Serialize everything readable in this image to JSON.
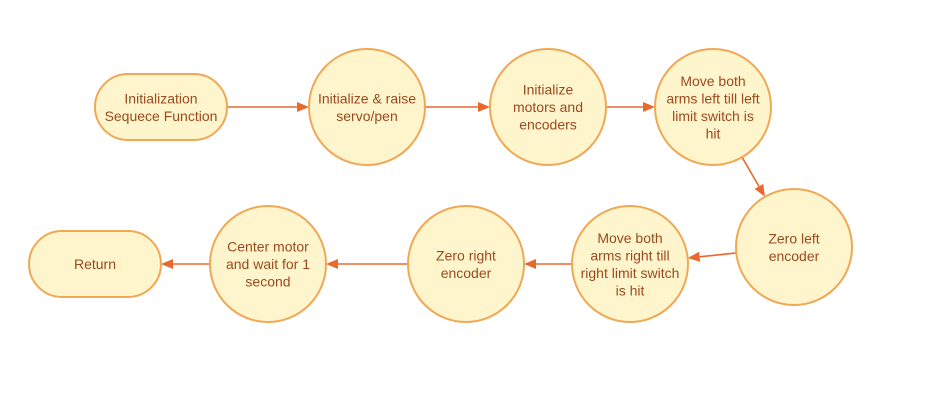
{
  "nodes": [
    {
      "id": "init_seq",
      "shape": "rounded-rect",
      "lines": [
        "Initialization",
        "Sequece Function"
      ]
    },
    {
      "id": "servo",
      "shape": "circle",
      "lines": [
        "Initialize & raise",
        "servo/pen"
      ]
    },
    {
      "id": "motors",
      "shape": "circle",
      "lines": [
        "Initialize",
        "motors and",
        "encoders"
      ]
    },
    {
      "id": "move_left",
      "shape": "circle",
      "lines": [
        "Move both",
        "arms left till left",
        "limit switch is",
        "hit"
      ]
    },
    {
      "id": "zero_left",
      "shape": "circle",
      "lines": [
        "Zero left",
        "encoder"
      ]
    },
    {
      "id": "move_right",
      "shape": "circle",
      "lines": [
        "Move both",
        "arms right till",
        "right limit switch",
        "is hit"
      ]
    },
    {
      "id": "zero_right",
      "shape": "circle",
      "lines": [
        "Zero right",
        "encoder"
      ]
    },
    {
      "id": "center",
      "shape": "circle",
      "lines": [
        "Center motor",
        "and wait for 1",
        "second"
      ]
    },
    {
      "id": "return",
      "shape": "rounded-rect",
      "lines": [
        "Return"
      ]
    }
  ],
  "edges": [
    {
      "from": "init_seq",
      "to": "servo"
    },
    {
      "from": "servo",
      "to": "motors"
    },
    {
      "from": "motors",
      "to": "move_left"
    },
    {
      "from": "move_left",
      "to": "zero_left"
    },
    {
      "from": "zero_left",
      "to": "move_right"
    },
    {
      "from": "move_right",
      "to": "zero_right"
    },
    {
      "from": "zero_right",
      "to": "center"
    },
    {
      "from": "center",
      "to": "return"
    }
  ],
  "colors": {
    "node_fill": "#fff5cc",
    "node_stroke": "#f0a855",
    "text": "#9a4a1e",
    "edge": "#e8692e"
  }
}
